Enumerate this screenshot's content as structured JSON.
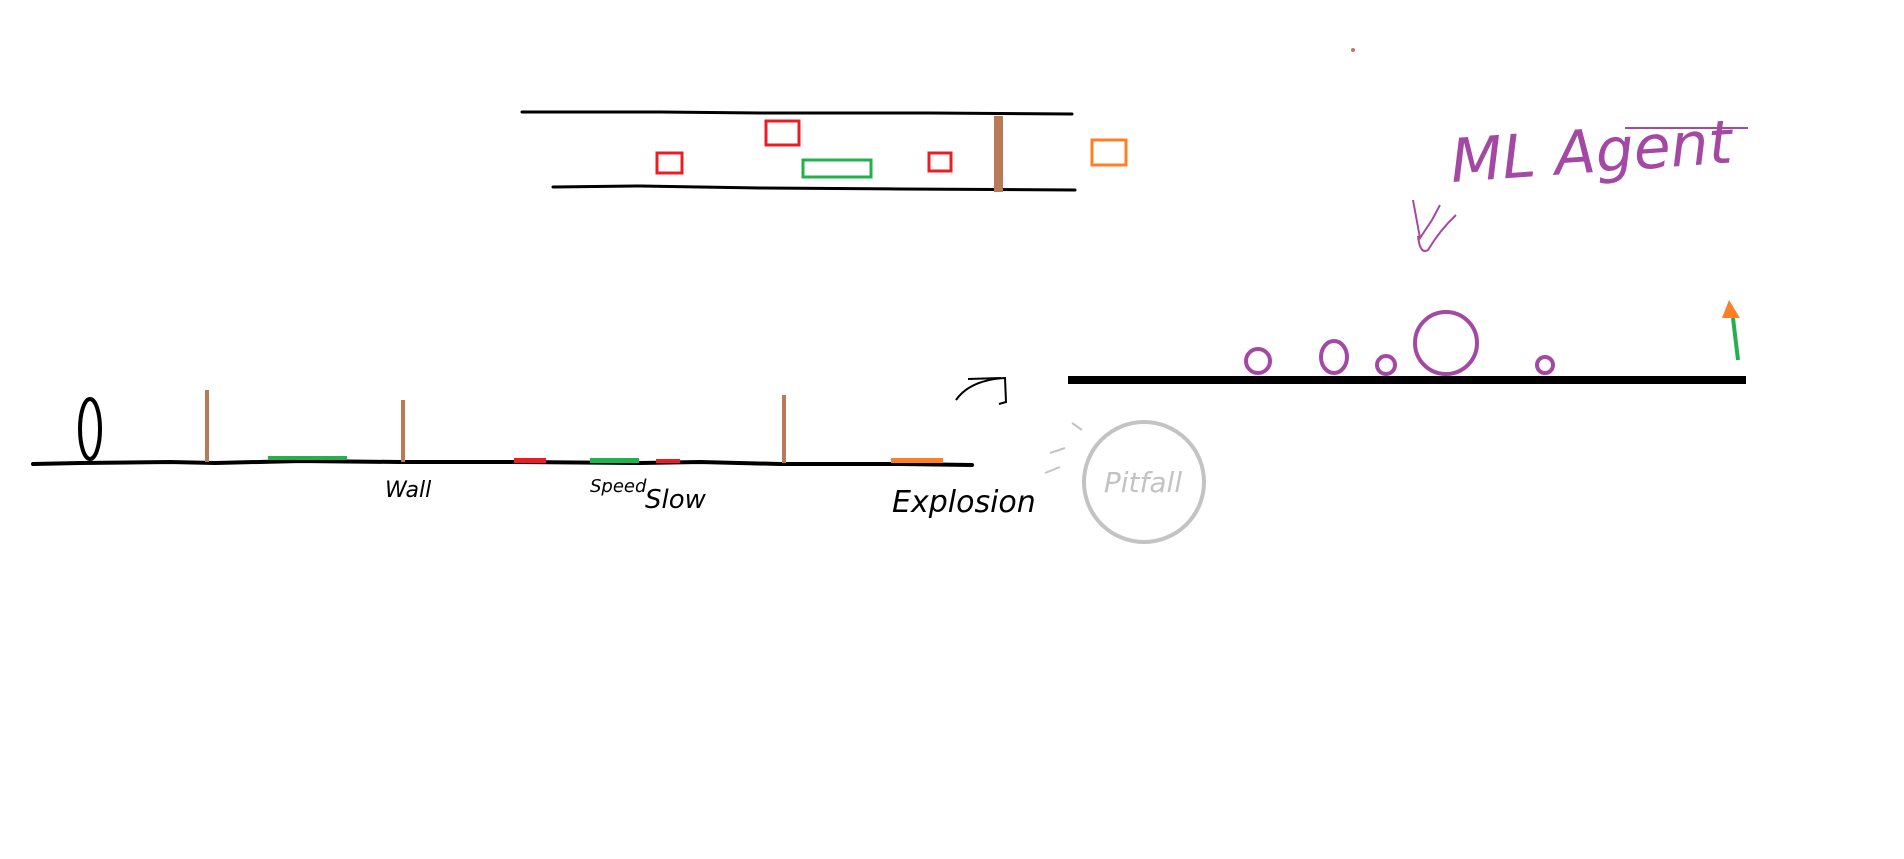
{
  "labels": {
    "wall": "Wall",
    "speed": "Speed",
    "slow": "Slow",
    "explosion": "Explosion",
    "pitfall": "Pitfall",
    "ml_agent": "ML Agent"
  },
  "colors": {
    "ground": "#000000",
    "post": "#b97a57",
    "speed_pad": "#22b14c",
    "slow_pad": "#ed1c24",
    "explosion_pad": "#ff7f27",
    "obstacle_red": "#ed1c24",
    "bubble_purple": "#a349a4",
    "pitfall_grey": "#c3c3c3",
    "agent_marker": "#ff7f27"
  },
  "icons": {
    "portal": "portal-ellipse-icon",
    "pitfall": "pitfall-circle-icon",
    "agent_arrow": "agent-arrow-icon",
    "bridge": "bridge-bracket-icon",
    "checkmark": "checkmark-icon"
  }
}
